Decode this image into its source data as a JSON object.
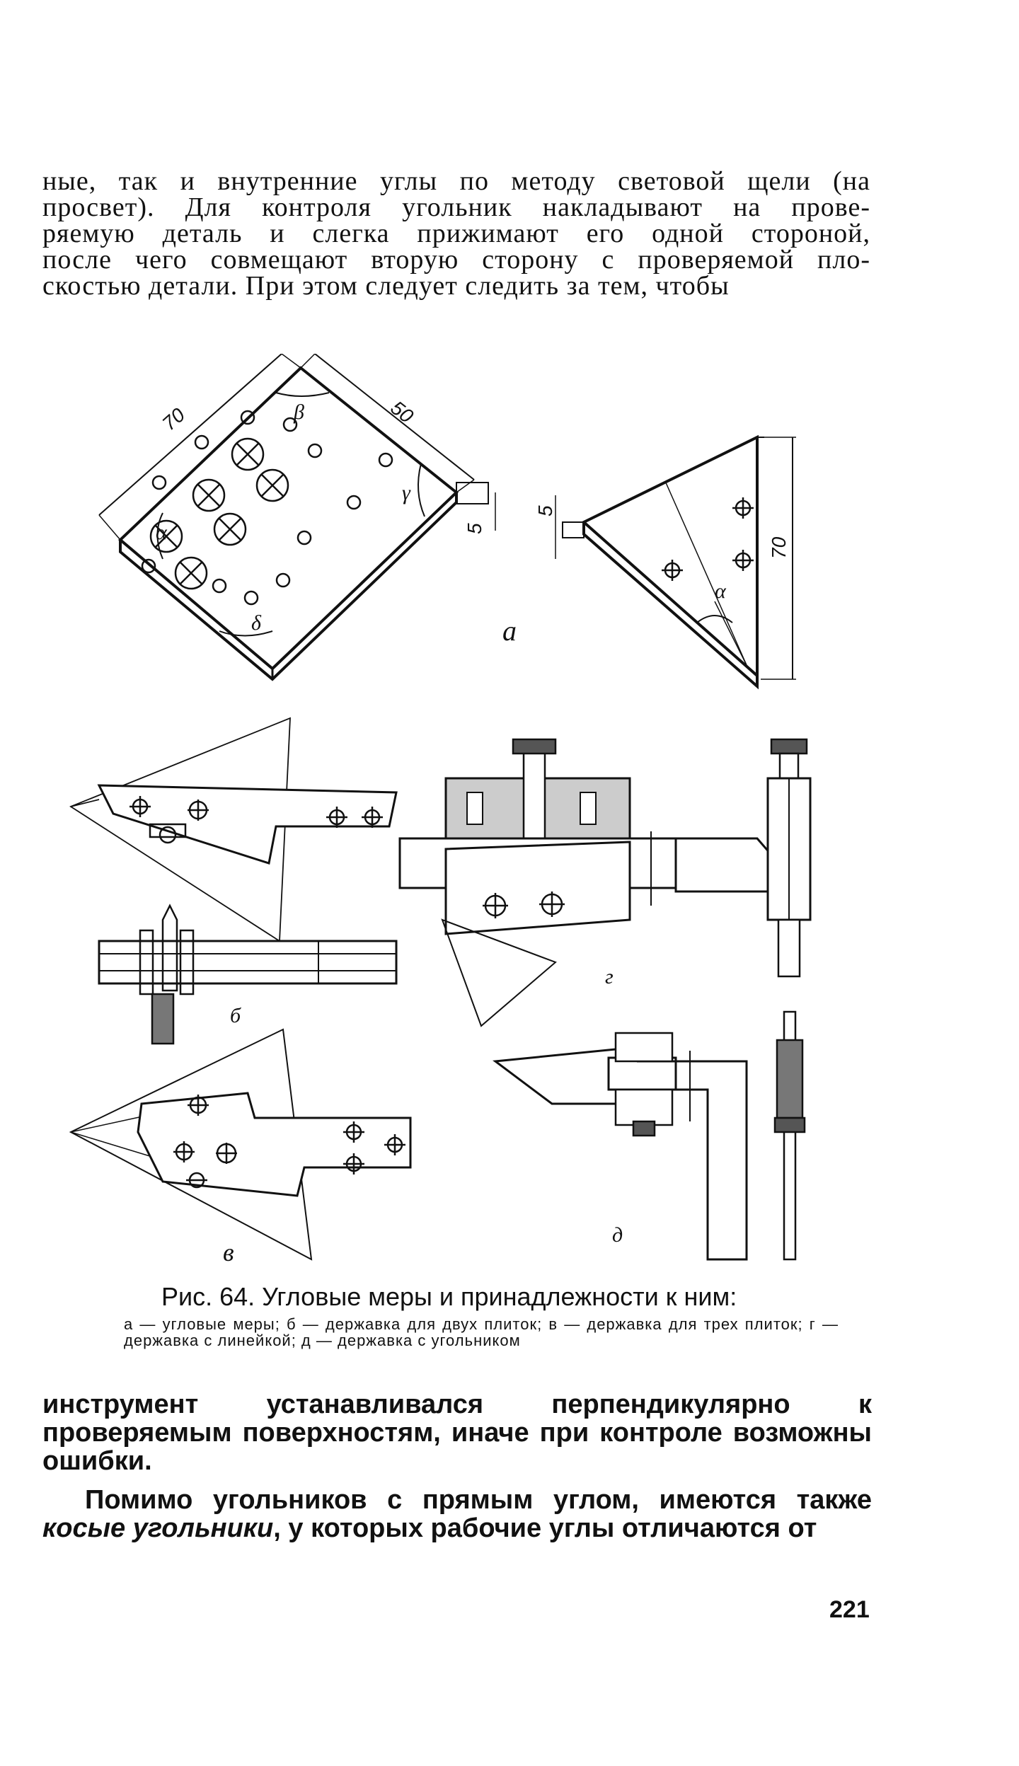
{
  "page": {
    "top_paragraph": [
      "ные, так и внутренние углы по методу световой щели (на",
      "просвет). Для контроля угольник накладывают на прове-",
      "ряемую деталь и слегка прижимают его одной стороной,",
      "после чего совмещают вторую сторону с проверяемой пло-",
      "скостью детали. При этом следует следить за тем, чтобы"
    ],
    "figure": {
      "title": "Рис. 64. Угловые меры и принадлежности к ним:",
      "legend": "а — угловые меры; б — державка для двух плиток; в — державка для трех плиток; г — державка с линейкой; д — державка с угольником",
      "labels": {
        "a": "а",
        "b": "б",
        "v": "в",
        "g": "г",
        "d": "д"
      },
      "dimensions": {
        "d70_left": "70",
        "d50": "50",
        "d5_left": "5",
        "d5_right": "5",
        "d70_right": "70"
      },
      "angles": {
        "alpha": "α",
        "beta": "β",
        "gamma": "γ",
        "delta": "δ",
        "alpha_right": "α"
      }
    },
    "bottom_paragraph_1": "инструмент устанавливался перпендикулярно к проверяемым поверхностям, иначе при контроле возможны ошибки.",
    "bottom_paragraph_2_prefix": "Помимо угольников с прямым углом, имеются также ",
    "bottom_paragraph_2_italic": "косые угольники",
    "bottom_paragraph_2_suffix": ", у которых рабочие углы отличаются от",
    "page_number": "221"
  }
}
